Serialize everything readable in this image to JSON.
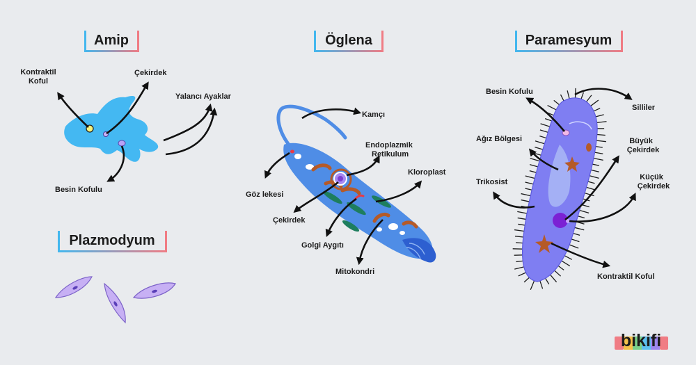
{
  "titles": {
    "amip": "Amip",
    "oglena": "Öglena",
    "paramesyum": "Paramesyum",
    "plazmodyum": "Plazmodyum"
  },
  "amip_labels": {
    "kontraktil_1": "Kontraktil",
    "kontraktil_2": "Koful",
    "cekirdek": "Çekirdek",
    "yalanci": "Yalancı Ayaklar",
    "besin": "Besin Kofulu"
  },
  "oglena_labels": {
    "kamci": "Kamçı",
    "endo_1": "Endoplazmik",
    "endo_2": "Retikulum",
    "kloroplast": "Kloroplast",
    "goz": "Göz lekesi",
    "cekirdek": "Çekirdek",
    "golgi": "Golgi Aygıtı",
    "mitokondri": "Mitokondri"
  },
  "paramesyum_labels": {
    "besin": "Besin Kofulu",
    "silliler": "Silliler",
    "agiz": "Ağız Bölgesi",
    "buyuk_1": "Büyük",
    "buyuk_2": "Çekirdek",
    "trikosist": "Trikosist",
    "kucuk_1": "Küçük",
    "kucuk_2": "Çekirdek",
    "kontraktil": "Kontraktil Koful"
  },
  "brand": {
    "logo_text": "bikifi"
  },
  "colors": {
    "amip_body": "#44b8f2",
    "oglena_body": "#4f8de6",
    "oglena_tail": "#2d5fd0",
    "param_body": "#7f7ef2",
    "plazmo_body": "#c7b0f4",
    "chloroplast": "#1e7e5e",
    "mito": "#b55a28",
    "underline_start": "#43b7ee",
    "underline_end": "#f07c84"
  },
  "icons": [
    "arrow-icon",
    "logo-bikifi-icon"
  ]
}
